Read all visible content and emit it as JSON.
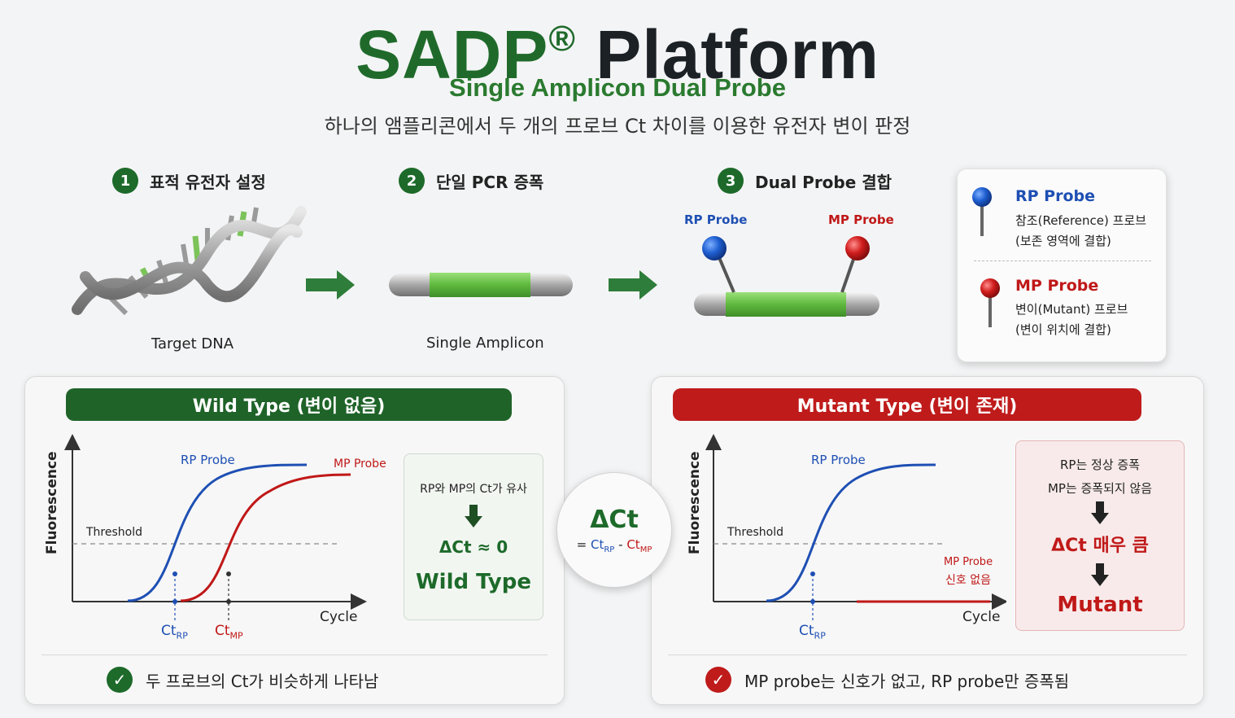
{
  "header": {
    "title_part1": "SADP",
    "title_reg": "®",
    "title_part2": "Platform",
    "subtitle": "Single Amplicon Dual Probe",
    "tagline": "하나의 앰플리콘에서 두 개의 프로브 Ct 차이를 이용한 유전자 변이 판정"
  },
  "steps": [
    {
      "num": "1",
      "label": "표적 유전자 설정",
      "caption": "Target DNA"
    },
    {
      "num": "2",
      "label": "단일 PCR 증폭",
      "caption": "Single Amplicon"
    },
    {
      "num": "3",
      "label": "Dual Probe 결합",
      "rp_label": "RP Probe",
      "mp_label": "MP Probe"
    }
  ],
  "legend": {
    "rp": {
      "title": "RP Probe",
      "line1": "참조(Reference) 프로브",
      "line2": "(보존 영역에 결합)"
    },
    "mp": {
      "title": "MP Probe",
      "line1": "변이(Mutant) 프로브",
      "line2": "(변이 위치에 결합)"
    }
  },
  "wild": {
    "banner": "Wild Type (변이 없음)",
    "ylabel": "Fluorescence",
    "xlabel": "Cycle",
    "threshold": "Threshold",
    "rp_label": "RP Probe",
    "mp_label": "MP Probe",
    "ct_rp": "Ct",
    "ct_rp_sub": "RP",
    "ct_mp": "Ct",
    "ct_mp_sub": "MP",
    "box_line": "RP와 MP의 Ct가 유사",
    "box_formula": "ΔCt ≈ 0",
    "box_result": "Wild Type",
    "footer": "두 프로브의 Ct가 비슷하게 나타남"
  },
  "delta": {
    "title": "ΔCt",
    "eq": "=",
    "ct1": "Ct",
    "ct1_sub": "RP",
    "minus": "-",
    "ct2": "Ct",
    "ct2_sub": "MP"
  },
  "mutant": {
    "banner": "Mutant Type (변이 존재)",
    "ylabel": "Fluorescence",
    "xlabel": "Cycle",
    "threshold": "Threshold",
    "rp_label": "RP Probe",
    "mp_label_1": "MP Probe",
    "mp_label_2": "신호 없음",
    "ct_rp": "Ct",
    "ct_rp_sub": "RP",
    "box_line1": "RP는 정상 증폭",
    "box_line2": "MP는 증폭되지 않음",
    "box_formula": "ΔCt 매우 큼",
    "box_result": "Mutant",
    "footer": "MP probe는 신호가 없고, RP probe만 증폭됨"
  },
  "colors": {
    "green_dark": "#1d6a2a",
    "green_amplicon": "#6cc24a",
    "blue": "#1e4fb3",
    "red": "#c01818",
    "banner_green": "#1f6329",
    "banner_red": "#bf1b1b"
  },
  "icons": {
    "arrow": "right-arrow-icon",
    "check": "check-circle-icon",
    "down": "down-arrow-icon"
  }
}
